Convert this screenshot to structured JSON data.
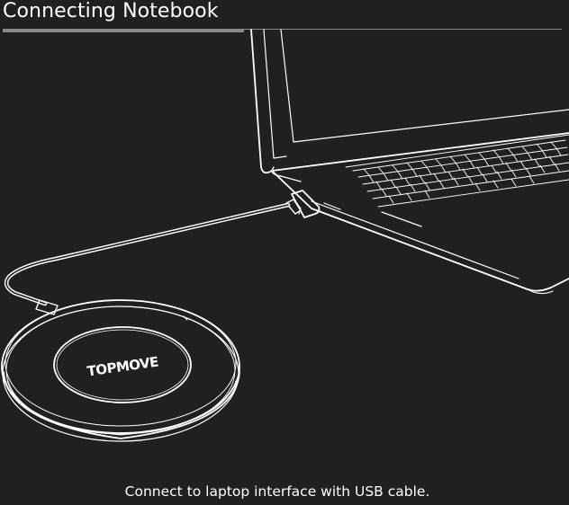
{
  "header": {
    "title": "Connecting Notebook"
  },
  "illustration": {
    "brand_logo": "TOPMOVE"
  },
  "caption": {
    "text": "Connect to laptop interface with USB cable."
  },
  "colors": {
    "background": "#211f1f",
    "line": "#ffffff",
    "rule": "#8a8a8a"
  }
}
